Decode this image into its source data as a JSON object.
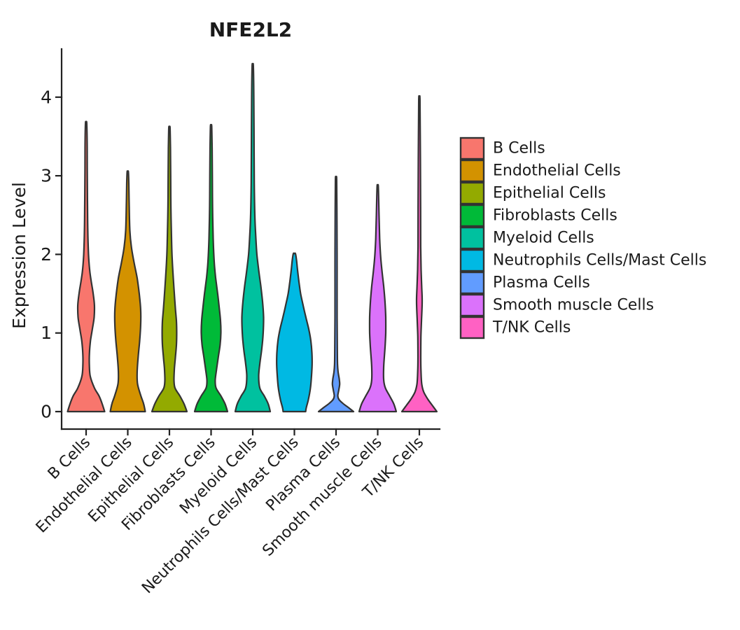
{
  "chart_data": {
    "type": "violin",
    "title": "NFE2L2",
    "ylabel": "Expression Level",
    "xlabel": "",
    "yticks": [
      0,
      1,
      2,
      3,
      4
    ],
    "ylim": [
      0,
      4.6
    ],
    "grid": false,
    "legend_position": "right",
    "outline_color": "#333333",
    "axis_color": "#222222",
    "categories": [
      "B Cells",
      "Endothelial Cells",
      "Epithelial Cells",
      "Fibroblasts Cells",
      "Myeloid Cells",
      "Neutrophils Cells/Mast Cells",
      "Plasma Cells",
      "Smooth muscle Cells",
      "T/NK Cells"
    ],
    "series": [
      {
        "name": "B Cells",
        "color": "#F8766D",
        "max_expression": 3.67,
        "profile": [
          [
            0,
            0.89
          ],
          [
            0.1,
            0.77
          ],
          [
            0.2,
            0.62
          ],
          [
            0.3,
            0.4
          ],
          [
            0.45,
            0.2
          ],
          [
            0.6,
            0.155
          ],
          [
            0.75,
            0.16
          ],
          [
            0.9,
            0.21
          ],
          [
            1.05,
            0.3
          ],
          [
            1.2,
            0.385
          ],
          [
            1.35,
            0.4
          ],
          [
            1.5,
            0.34
          ],
          [
            1.65,
            0.25
          ],
          [
            1.8,
            0.17
          ],
          [
            2.0,
            0.115
          ],
          [
            2.3,
            0.08
          ],
          [
            2.7,
            0.065
          ],
          [
            3.1,
            0.055
          ],
          [
            3.4,
            0.05
          ],
          [
            3.67,
            0.03
          ]
        ]
      },
      {
        "name": "Endothelial Cells",
        "color": "#D39200",
        "max_expression": 3.05,
        "profile": [
          [
            0,
            0.84
          ],
          [
            0.1,
            0.76
          ],
          [
            0.2,
            0.63
          ],
          [
            0.35,
            0.47
          ],
          [
            0.5,
            0.45
          ],
          [
            0.7,
            0.5
          ],
          [
            0.9,
            0.57
          ],
          [
            1.1,
            0.62
          ],
          [
            1.3,
            0.62
          ],
          [
            1.5,
            0.55
          ],
          [
            1.7,
            0.45
          ],
          [
            1.9,
            0.3
          ],
          [
            2.1,
            0.17
          ],
          [
            2.3,
            0.1
          ],
          [
            2.6,
            0.07
          ],
          [
            2.9,
            0.05
          ],
          [
            3.05,
            0.03
          ]
        ]
      },
      {
        "name": "Epithelial Cells",
        "color": "#93AA00",
        "max_expression": 3.61,
        "profile": [
          [
            0,
            0.84
          ],
          [
            0.1,
            0.7
          ],
          [
            0.2,
            0.5
          ],
          [
            0.3,
            0.27
          ],
          [
            0.4,
            0.22
          ],
          [
            0.55,
            0.24
          ],
          [
            0.7,
            0.29
          ],
          [
            0.85,
            0.335
          ],
          [
            1.0,
            0.35
          ],
          [
            1.15,
            0.335
          ],
          [
            1.3,
            0.29
          ],
          [
            1.5,
            0.235
          ],
          [
            1.7,
            0.185
          ],
          [
            1.95,
            0.13
          ],
          [
            2.2,
            0.1
          ],
          [
            2.6,
            0.07
          ],
          [
            3.0,
            0.06
          ],
          [
            3.35,
            0.05
          ],
          [
            3.61,
            0.03
          ]
        ]
      },
      {
        "name": "Fibroblasts Cells",
        "color": "#00BA38",
        "max_expression": 3.63,
        "profile": [
          [
            0,
            0.79
          ],
          [
            0.1,
            0.67
          ],
          [
            0.2,
            0.47
          ],
          [
            0.3,
            0.24
          ],
          [
            0.4,
            0.2
          ],
          [
            0.55,
            0.27
          ],
          [
            0.7,
            0.35
          ],
          [
            0.85,
            0.435
          ],
          [
            1.0,
            0.47
          ],
          [
            1.15,
            0.455
          ],
          [
            1.3,
            0.4
          ],
          [
            1.5,
            0.315
          ],
          [
            1.7,
            0.22
          ],
          [
            1.9,
            0.15
          ],
          [
            2.2,
            0.1
          ],
          [
            2.6,
            0.07
          ],
          [
            3.0,
            0.06
          ],
          [
            3.35,
            0.05
          ],
          [
            3.63,
            0.03
          ]
        ]
      },
      {
        "name": "Myeloid Cells",
        "color": "#00C19F",
        "max_expression": 4.39,
        "profile": [
          [
            0,
            0.84
          ],
          [
            0.1,
            0.74
          ],
          [
            0.2,
            0.55
          ],
          [
            0.3,
            0.34
          ],
          [
            0.45,
            0.285
          ],
          [
            0.6,
            0.335
          ],
          [
            0.8,
            0.435
          ],
          [
            1.0,
            0.5
          ],
          [
            1.2,
            0.52
          ],
          [
            1.4,
            0.47
          ],
          [
            1.6,
            0.385
          ],
          [
            1.8,
            0.285
          ],
          [
            2.0,
            0.2
          ],
          [
            2.2,
            0.15
          ],
          [
            2.5,
            0.1
          ],
          [
            2.9,
            0.075
          ],
          [
            3.4,
            0.065
          ],
          [
            3.9,
            0.055
          ],
          [
            4.39,
            0.03
          ]
        ]
      },
      {
        "name": "Neutrophils Cells/Mast Cells",
        "color": "#00B9E3",
        "max_expression": 2.01,
        "profile": [
          [
            0,
            0.54
          ],
          [
            0.05,
            0.57
          ],
          [
            0.15,
            0.67
          ],
          [
            0.3,
            0.77
          ],
          [
            0.45,
            0.82
          ],
          [
            0.6,
            0.85
          ],
          [
            0.75,
            0.84
          ],
          [
            0.9,
            0.79
          ],
          [
            1.05,
            0.69
          ],
          [
            1.2,
            0.55
          ],
          [
            1.35,
            0.42
          ],
          [
            1.5,
            0.3
          ],
          [
            1.65,
            0.22
          ],
          [
            1.8,
            0.15
          ],
          [
            1.93,
            0.1
          ],
          [
            2.01,
            0.05
          ]
        ]
      },
      {
        "name": "Plasma Cells",
        "color": "#619CFF",
        "max_expression": 2.95,
        "profile": [
          [
            0,
            0.84
          ],
          [
            0.05,
            0.6
          ],
          [
            0.1,
            0.35
          ],
          [
            0.15,
            0.15
          ],
          [
            0.2,
            0.085
          ],
          [
            0.28,
            0.135
          ],
          [
            0.35,
            0.175
          ],
          [
            0.42,
            0.15
          ],
          [
            0.5,
            0.1
          ],
          [
            0.6,
            0.07
          ],
          [
            0.8,
            0.06
          ],
          [
            1.2,
            0.05
          ],
          [
            1.8,
            0.05
          ],
          [
            2.4,
            0.045
          ],
          [
            2.95,
            0.03
          ]
        ]
      },
      {
        "name": "Smooth muscle Cells",
        "color": "#DB72FB",
        "max_expression": 2.86,
        "profile": [
          [
            0,
            0.89
          ],
          [
            0.1,
            0.77
          ],
          [
            0.2,
            0.57
          ],
          [
            0.3,
            0.37
          ],
          [
            0.4,
            0.29
          ],
          [
            0.55,
            0.285
          ],
          [
            0.7,
            0.32
          ],
          [
            0.85,
            0.36
          ],
          [
            1.0,
            0.385
          ],
          [
            1.2,
            0.385
          ],
          [
            1.4,
            0.35
          ],
          [
            1.6,
            0.285
          ],
          [
            1.8,
            0.2
          ],
          [
            2.0,
            0.135
          ],
          [
            2.2,
            0.095
          ],
          [
            2.5,
            0.065
          ],
          [
            2.86,
            0.03
          ]
        ]
      },
      {
        "name": "T/NK Cells",
        "color": "#FF61C3",
        "max_expression": 3.96,
        "profile": [
          [
            0,
            0.84
          ],
          [
            0.08,
            0.62
          ],
          [
            0.16,
            0.4
          ],
          [
            0.25,
            0.21
          ],
          [
            0.35,
            0.115
          ],
          [
            0.5,
            0.08
          ],
          [
            0.7,
            0.068
          ],
          [
            0.95,
            0.075
          ],
          [
            1.15,
            0.1
          ],
          [
            1.4,
            0.135
          ],
          [
            1.6,
            0.11
          ],
          [
            1.8,
            0.085
          ],
          [
            2.1,
            0.065
          ],
          [
            2.6,
            0.06
          ],
          [
            3.2,
            0.05
          ],
          [
            3.96,
            0.03
          ]
        ]
      }
    ]
  }
}
